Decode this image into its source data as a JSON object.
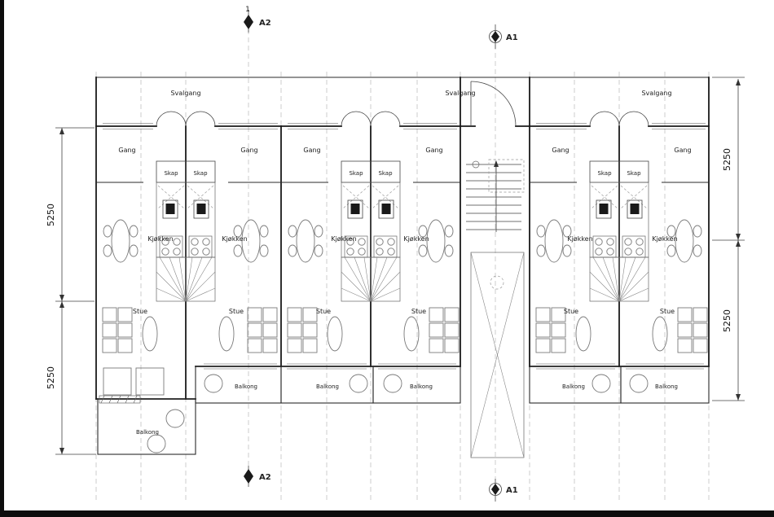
{
  "drawing": {
    "type": "architectural floor plan",
    "rooms": {
      "svalgang": "Svalgang",
      "gang": "Gang",
      "skap": "Skap",
      "kjokken": "Kjøkken",
      "stue": "Stue",
      "balkong": "Balkong"
    },
    "dimensions": {
      "left_upper": "5250",
      "left_lower": "5250",
      "right_upper": "5250",
      "right_lower": "5250"
    },
    "section_markers": {
      "a1": "A1",
      "a2": "A2",
      "grid_number": "1"
    },
    "colors": {
      "wall": "#1a1a1a",
      "furniture": "#7a7a7a",
      "grid": "#c2c2c2",
      "background": "#ffffff"
    }
  }
}
